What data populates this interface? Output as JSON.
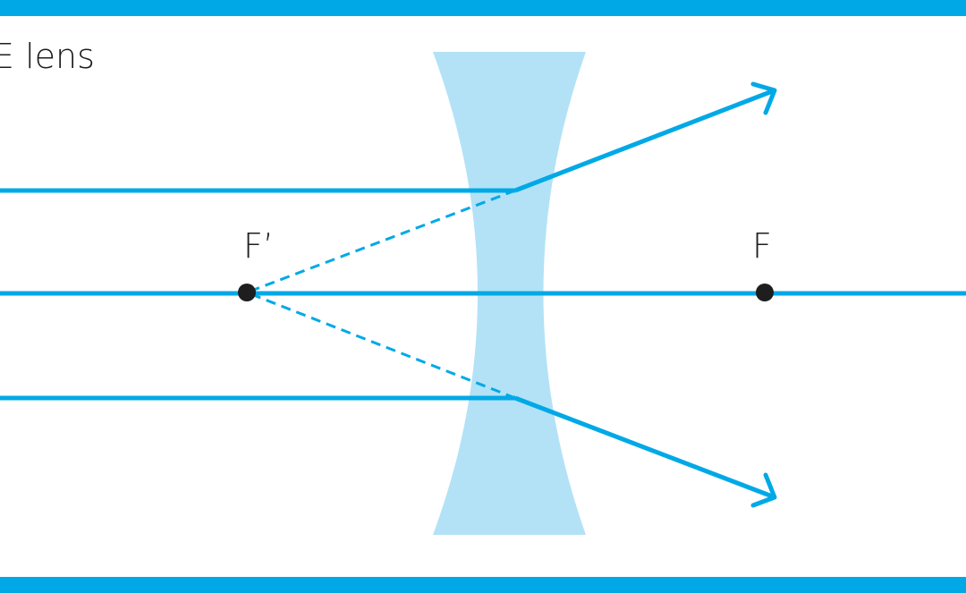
{
  "title": "E lens",
  "focal_points": {
    "left_label": "F’",
    "right_label": "F"
  },
  "colors": {
    "ray": "#00a9e6",
    "band": "#00a9e6",
    "lens_fill": "#b3e2f7",
    "point": "#1e1e1e",
    "text": "#1e1e1e"
  }
}
